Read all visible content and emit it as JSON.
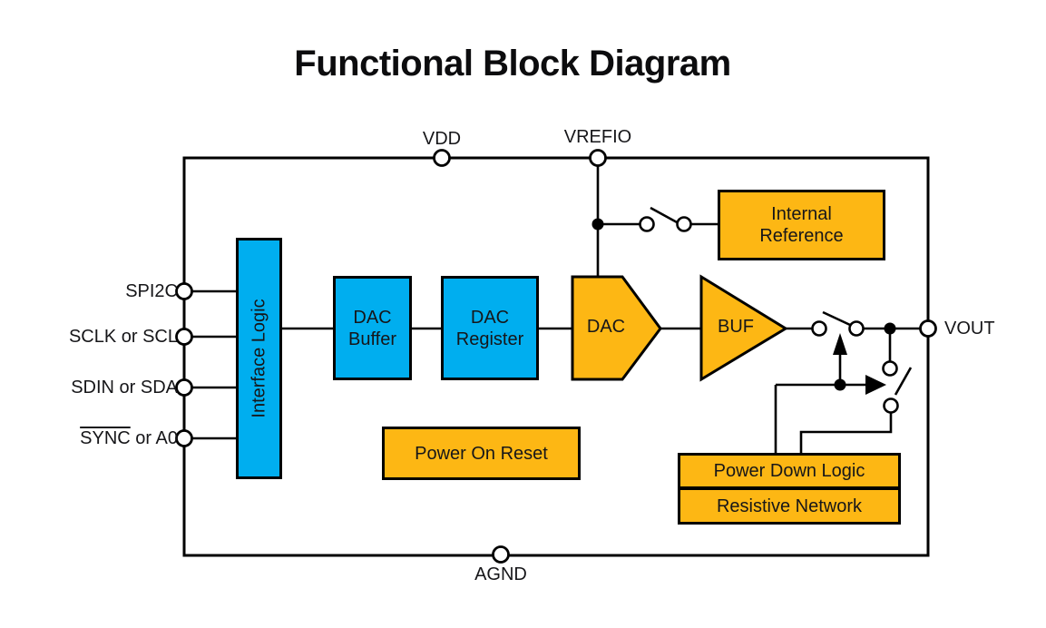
{
  "title": "Functional Block Diagram",
  "colors": {
    "block_blue": "#00AEEF",
    "block_orange": "#FDB714",
    "wire": "#000000",
    "text": "#161619"
  },
  "pins": {
    "top": [
      {
        "name": "VDD"
      },
      {
        "name": "VREFIO"
      }
    ],
    "left": [
      {
        "overline": "",
        "label": "SPI2C"
      },
      {
        "overline": "",
        "label": "SCLK or SCL"
      },
      {
        "overline": "",
        "label": "SDIN or SDA"
      },
      {
        "overline": "SYNC",
        "label": " or A0"
      }
    ],
    "right": [
      {
        "name": "VOUT"
      }
    ],
    "bottom": [
      {
        "name": "AGND"
      }
    ]
  },
  "blocks": {
    "interface_logic": {
      "label": "Interface Logic"
    },
    "dac_buffer": {
      "line1": "DAC",
      "line2": "Buffer"
    },
    "dac_register": {
      "line1": "DAC",
      "line2": "Register"
    },
    "dac": {
      "label": "DAC"
    },
    "buf": {
      "label": "BUF"
    },
    "internal_reference": {
      "line1": "Internal",
      "line2": "Reference"
    },
    "power_on_reset": {
      "label": "Power On Reset"
    },
    "power_down_logic": {
      "label": "Power Down Logic"
    },
    "resistive_network": {
      "label": "Resistive Network"
    }
  },
  "symbols": {
    "reference_switch": "open-switch-icon",
    "output_switch": "open-switch-icon",
    "pulldown_switch": "open-switch-icon",
    "up_arrow": "control-arrow-icon",
    "right_arrow": "control-arrow-icon"
  }
}
